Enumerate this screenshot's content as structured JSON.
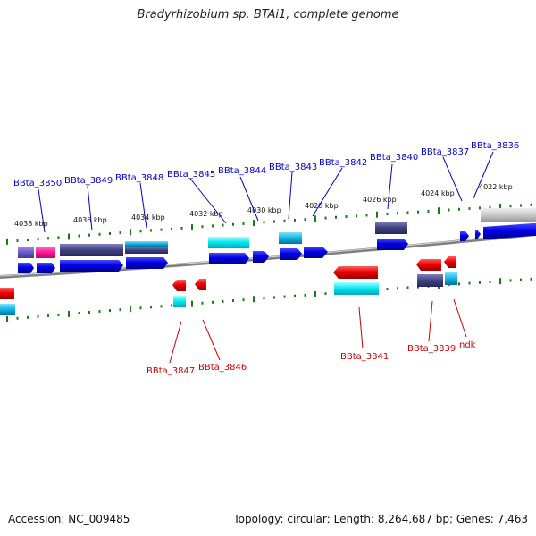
{
  "title": "Bradyrhizobium sp. BTAi1, complete genome",
  "footer": {
    "accession": "Accession: NC_009485",
    "summary": "Topology: circular; Length: 8,264,687 bp; Genes: 7,463"
  },
  "colors": {
    "forward_label": "#0000cc",
    "reverse_label": "#cc0000",
    "tick": "#1a7a1a",
    "backbone": "#808080"
  },
  "kbp_labels": [
    "4038 kbp",
    "4036 kbp",
    "4034 kbp",
    "4032 kbp",
    "4030 kbp",
    "4028 kbp",
    "4026 kbp",
    "4024 kbp",
    "4022 kbp"
  ],
  "forward_genes": [
    "BBta_3850",
    "BBta_3849",
    "BBta_3848",
    "BBta_3845",
    "BBta_3844",
    "BBta_3843",
    "BBta_3842",
    "BBta_3840",
    "BBta_3837",
    "BBta_3836"
  ],
  "reverse_genes": [
    "BBta_3847",
    "BBta_3846",
    "BBta_3841",
    "BBta_3839",
    "ndk"
  ]
}
